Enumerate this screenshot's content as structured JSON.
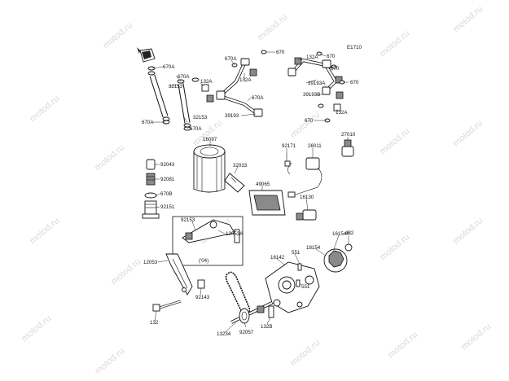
{
  "diagram_code": "E1710",
  "watermark": "motod.ru",
  "labels": {
    "l_670a_1": "670A",
    "l_670a_2": "670A",
    "l_32153_1": "32153",
    "l_670a_3": "670A",
    "l_670a_4": "670A",
    "l_32153_2": "32153",
    "l_132a_1": "132A",
    "l_670a_5": "670A",
    "l_132a_2": "132A",
    "l_670_1": "670",
    "l_132a_3": "132A",
    "l_670_2": "670",
    "l_670_3": "670",
    "l_39193a": "39193A",
    "l_670a_6": "670A",
    "l_670_4": "670",
    "l_39193b": "39193B",
    "l_39193": "39193",
    "l_670_5": "670",
    "l_132a_4": "132A",
    "l_16097": "16097",
    "l_27010": "27010",
    "l_92171": "92171",
    "l_26011": "26011",
    "l_92043": "92043",
    "l_32033": "32033",
    "l_92081": "92081",
    "l_670b": "670B",
    "l_49065": "49065",
    "l_16130": "16130",
    "l_92151": "92151",
    "l_92153": "92153",
    "l_12053a": "12053A",
    "l_16154a": "16154A",
    "l_482": "482",
    "l_18154": "18154",
    "l_551_1": "551",
    "l_16142": "16142",
    "l_04": "('04)",
    "l_12053": "12053",
    "l_551_2": "551",
    "l_92143": "92143",
    "l_132": "132",
    "l_132b": "132B",
    "l_13234": "13234",
    "l_92057": "92057"
  },
  "colors": {
    "ink": "#111111",
    "watermark": "#d9d9d9",
    "background": "#ffffff"
  },
  "icons": {
    "front_arrow": "front-direction-arrow-icon"
  }
}
